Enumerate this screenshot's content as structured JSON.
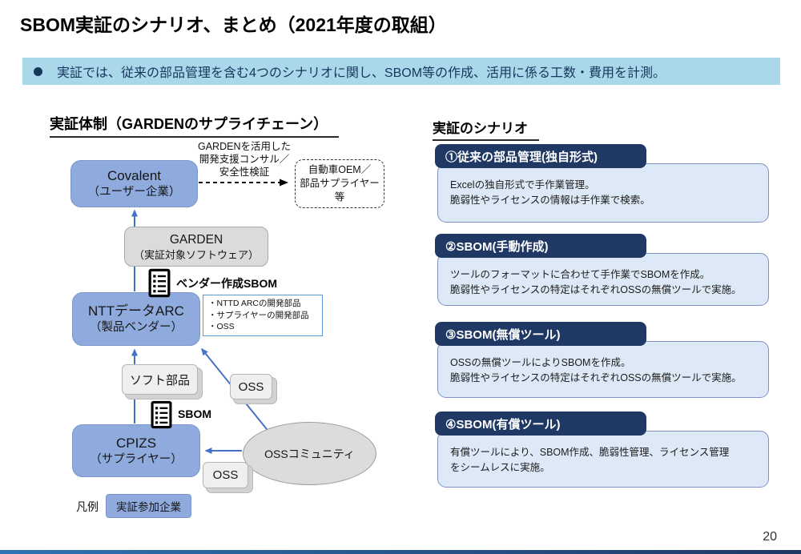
{
  "page": {
    "title": "SBOM実証のシナリオ、まとめ（2021年度の取組）",
    "page_number": "20"
  },
  "banner": {
    "text": "実証では、従来の部品管理を含む4つのシナリオに関し、SBOM等の作成、活用に係る工数・費用を計測。"
  },
  "supply_chain": {
    "heading": "実証体制（GARDENのサプライチェーン）",
    "consult_note": {
      "line1": "GARDENを活用した",
      "line2": "開発支援コンサル／",
      "line3": "安全性検証"
    },
    "covalent": {
      "line1": "Covalent",
      "line2": "（ユーザー企業）"
    },
    "oem": {
      "line1": "自動車OEM／",
      "line2": "部品サプライヤー等"
    },
    "garden": {
      "line1": "GARDEN",
      "line2": "（実証対象ソフトウェア）"
    },
    "vendor_sbom_label": "ベンダー作成SBOM",
    "sbom_contents": [
      "・NTTD ARCの開発部品",
      "・サプライヤーの開発部品",
      "・OSS"
    ],
    "ntt": {
      "line1": "NTTデータARC",
      "line2": "（製品ベンダー）"
    },
    "soft_parts": "ソフト部品",
    "oss_upper": "OSS",
    "sbom_label": "SBOM",
    "cpizs": {
      "line1": "CPIZS",
      "line2": "（サプライヤー）"
    },
    "oss_community": "OSSコミュニティ",
    "oss_lower": "OSS",
    "legend_label": "凡例",
    "legend_item": "実証参加企業"
  },
  "scenarios": {
    "heading": "実証のシナリオ",
    "items": [
      {
        "title": "①従来の部品管理(独自形式)",
        "line1": "Excelの独自形式で手作業管理。",
        "line2": "脆弱性やライセンスの情報は手作業で検索。"
      },
      {
        "title": "②SBOM(手動作成)",
        "line1": "ツールのフォーマットに合わせて手作業でSBOMを作成。",
        "line2": "脆弱性やライセンスの特定はそれぞれOSSの無償ツールで実施。"
      },
      {
        "title": "③SBOM(無償ツール)",
        "line1": "OSSの無償ツールによりSBOMを作成。",
        "line2": "脆弱性やライセンスの特定はそれぞれOSSの無償ツールで実施。"
      },
      {
        "title": "④SBOM(有償ツール)",
        "line1": "有償ツールにより、SBOM作成、脆弱性管理、ライセンス管理",
        "line2": "をシームレスに実施。"
      }
    ]
  },
  "colors": {
    "accent_navy": "#1F3864",
    "banner_blue": "#A9D8EA",
    "entity_box_blue": "#8FAADC",
    "card_body_blue": "#DDE9F6",
    "arrow_blue": "#4472C4",
    "gray_box": "#DBDBDB",
    "footer_blue": "#2E74B5"
  }
}
